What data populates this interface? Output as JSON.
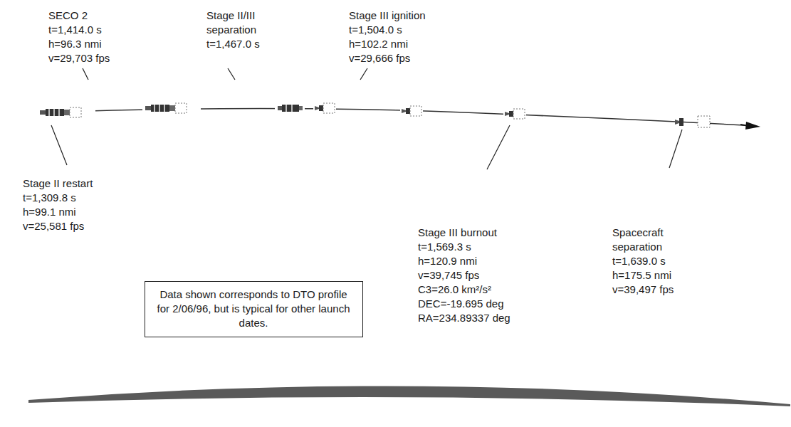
{
  "diagram": {
    "nodes": [
      {
        "text": [
          "Data shown corresponds to DTO profile for 2/06/96, but is typical for other launch dates."
        ]
      }
    ],
    "labels": [
      "SECO 2",
      "t=1,414.0 s",
      "h=96.3 nmi",
      "v=29,703 fps",
      "Stage II/III",
      "separation",
      "t=1,467.0 s",
      "Stage III ignition",
      "t=1,504.0 s",
      "h=102.2 nmi",
      "v=29,666 fps",
      "Stage II restart",
      "t=1,309.8 s",
      "h=99.1 nmi",
      "v=25,581 fps",
      "Stage III burnout",
      "t=1,569.3 s",
      "h=120.9 nmi",
      "v=39,745 fps",
      "C3=26.0 km²/s²",
      "DEC=-19.695 deg",
      "RA=234.89337 deg",
      "Spacecraft",
      "separation",
      "t=1,639.0 s",
      "h=175.5 nmi",
      "v=39,497 fps"
    ]
  }
}
